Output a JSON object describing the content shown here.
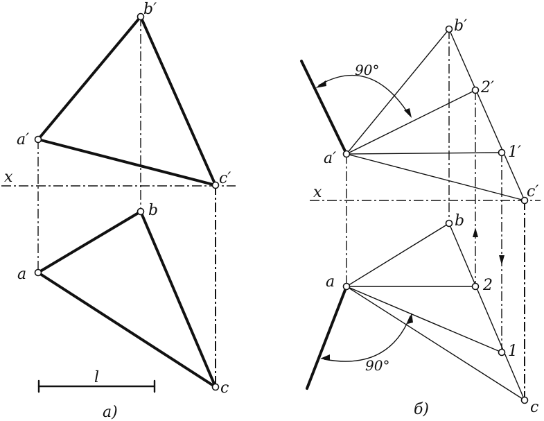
{
  "figure_a": {
    "points": {
      "b_prime": "b′",
      "a_prime": "a′",
      "c_prime": "c′",
      "b": "b",
      "a": "a",
      "c": "c"
    },
    "axis_label": "x",
    "length_label": "l",
    "caption": "а)"
  },
  "figure_b": {
    "points": {
      "b_prime": "b′",
      "two_prime": "2′",
      "a_prime": "a′",
      "one_prime": "1′",
      "c_prime": "c′",
      "b": "b",
      "a": "a",
      "two": "2",
      "one": "1",
      "c": "c"
    },
    "axis_label": "x",
    "angle_top": "90°",
    "angle_bottom": "90°",
    "caption": "б)"
  }
}
